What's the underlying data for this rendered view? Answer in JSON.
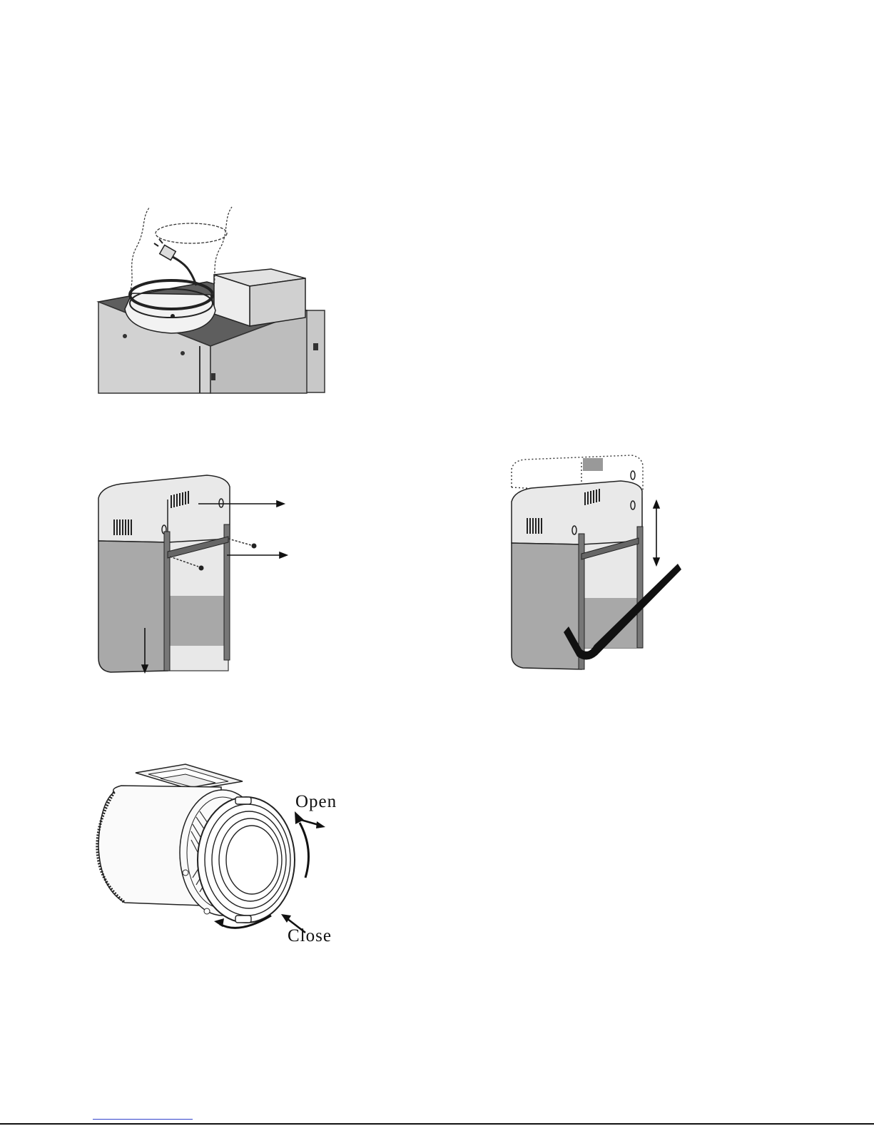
{
  "figures": [
    {
      "name": "duct-connection-figure"
    },
    {
      "name": "chimney-bracket-figure"
    },
    {
      "name": "chimney-adjust-figure"
    },
    {
      "name": "blower-valve-figure"
    }
  ],
  "blower_valve": {
    "open_label": "Open",
    "close_label": "Close"
  },
  "colors": {
    "panel_light": "#d9d9d9",
    "panel_dark": "#a7a7a7",
    "top_dark": "#5a5a5a",
    "line": "#1a1a1a"
  }
}
